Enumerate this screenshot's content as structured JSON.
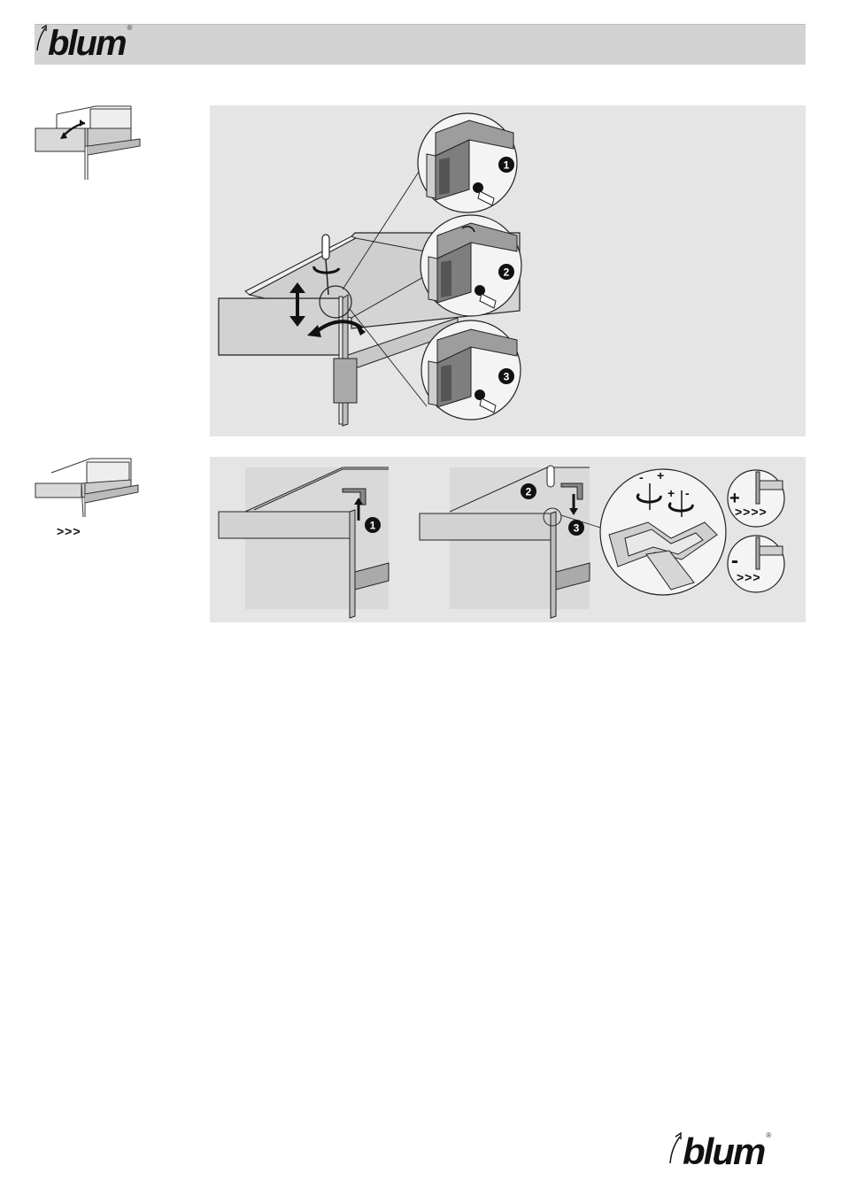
{
  "brand": {
    "name": "blum",
    "registered_mark": "®"
  },
  "step1": {
    "detail_steps": [
      "1",
      "2",
      "3"
    ]
  },
  "step2": {
    "callouts": [
      "1",
      "2",
      "3"
    ],
    "adjust_labels": {
      "minus": "-",
      "plus": "+"
    },
    "result_plus": {
      "sign": "+",
      "chevrons": ">>>>"
    },
    "result_minus": {
      "sign": "-",
      "chevrons": ">>>"
    },
    "thumb_chevrons": ">>>"
  }
}
